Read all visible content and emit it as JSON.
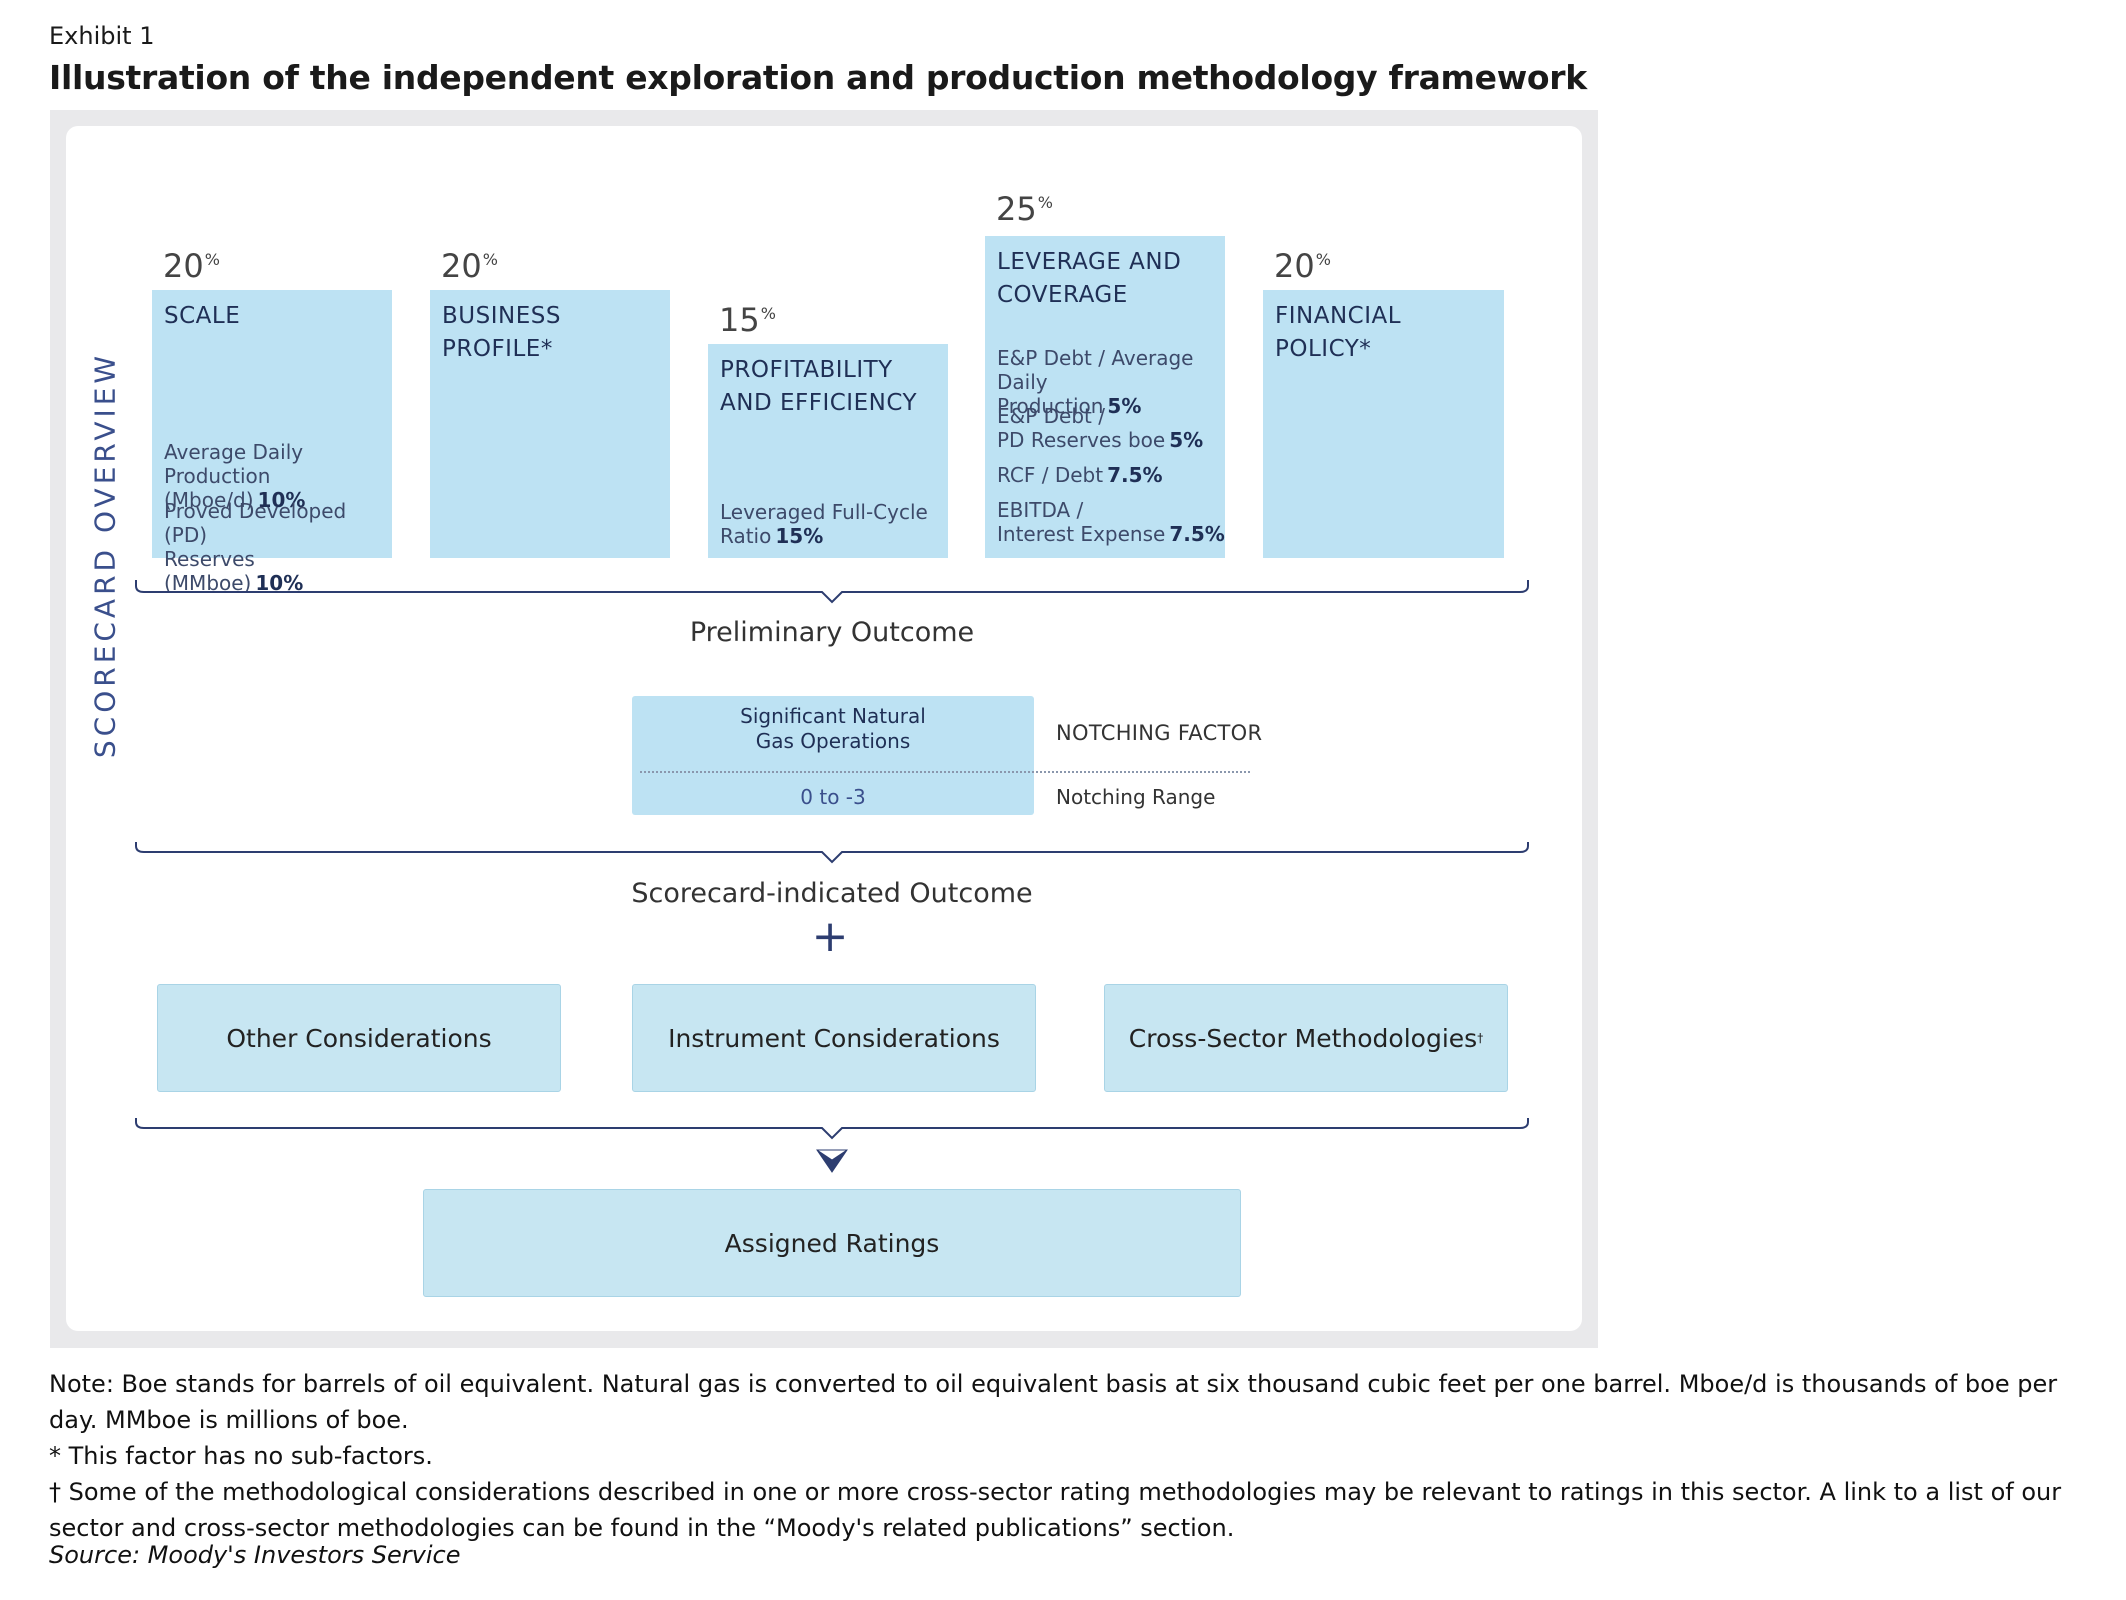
{
  "exhibit": {
    "label": "Exhibit 1",
    "title": "Illustration of the independent exploration and production methodology framework"
  },
  "side_label": "SCORECARD OVERVIEW",
  "factors": [
    {
      "weight": "20",
      "weight_unit": "%",
      "title": "SCALE",
      "subfactors": [
        {
          "line1": "Average Daily Production",
          "line2": "(Mboe/d)",
          "weight": "10%"
        },
        {
          "line1": "Proved Developed (PD)",
          "line2": "Reserves (MMboe)",
          "weight": "10%"
        }
      ]
    },
    {
      "weight": "20",
      "weight_unit": "%",
      "title": "BUSINESS PROFILE*",
      "subfactors": []
    },
    {
      "weight": "15",
      "weight_unit": "%",
      "title_line1": "PROFITABILITY",
      "title_line2": "AND EFFICIENCY",
      "subfactors": [
        {
          "line1": "Leveraged Full-Cycle",
          "line2": "Ratio",
          "weight": "15%"
        }
      ]
    },
    {
      "weight": "25",
      "weight_unit": "%",
      "title_line1": "LEVERAGE AND",
      "title_line2": "COVERAGE",
      "subfactors": [
        {
          "line1": "E&P Debt / Average Daily",
          "line2": "Production",
          "weight": "5%"
        },
        {
          "line1": "E&P Debt /",
          "line2": "PD Reserves boe",
          "weight": "5%"
        },
        {
          "line1": "RCF / Debt",
          "weight": "7.5%"
        },
        {
          "line1": "EBITDA /",
          "line2": "Interest Expense",
          "weight": "7.5%"
        }
      ]
    },
    {
      "weight": "20",
      "weight_unit": "%",
      "title": "FINANCIAL POLICY*",
      "subfactors": []
    }
  ],
  "preliminary_outcome": "Preliminary Outcome",
  "notching": {
    "name_line1": "Significant Natural",
    "name_line2": "Gas Operations",
    "range": "0 to -3",
    "factor_label": "NOTCHING FACTOR",
    "range_label": "Notching Range"
  },
  "scorecard_outcome": "Scorecard-indicated Outcome",
  "plus_symbol": "+",
  "considerations": [
    {
      "label": "Other Considerations"
    },
    {
      "label": "Instrument Considerations"
    },
    {
      "label": "Cross-Sector Methodologies",
      "mark": "†"
    }
  ],
  "assigned_ratings": "Assigned Ratings",
  "notes": {
    "note": "Note: Boe stands for barrels of oil equivalent. Natural gas is converted to oil equivalent basis at six thousand cubic feet per one barrel. Mboe/d is thousands of boe per day. MMboe is millions of boe.",
    "asterisk": "* This factor has no sub-factors.",
    "dagger": "† Some of the methodological considerations described in one or more cross-sector rating methodologies may be relevant to ratings in this sector. A link to a list of our sector and cross-sector methodologies can be found in the “Moody's related publications” section.",
    "source": "Source: Moody's Investors Service"
  },
  "colors": {
    "box_fill": "#bde2f3",
    "consideration_fill": "#c7e6f2",
    "navy": "#2d3d70",
    "frame_gray": "#e9e9eb"
  }
}
